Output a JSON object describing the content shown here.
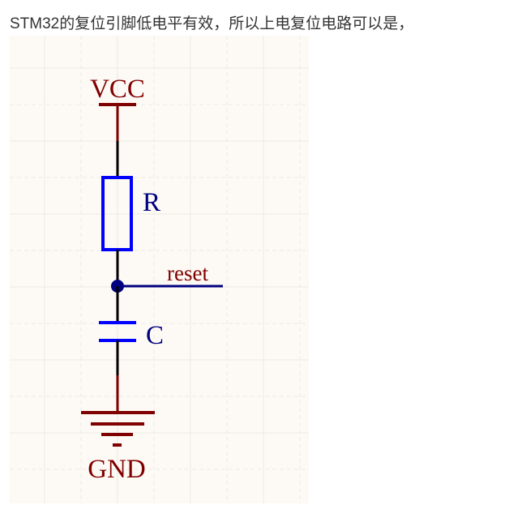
{
  "intro_text": "STM32的复位引脚低电平有效，所以上电复位电路可以是，",
  "schematic": {
    "title": "Power-on reset RC circuit",
    "labels": {
      "vcc": "VCC",
      "resistor": "R",
      "net": "reset",
      "capacitor": "C",
      "gnd": "GND"
    },
    "colors": {
      "background": "#fdfaf5",
      "grid": "#ece9e3",
      "power_symbol": "#7f0000",
      "component": "#0000ff",
      "component_label": "#000080",
      "net_label": "#800000",
      "net_wire": "#000080",
      "wire": "#000000"
    }
  }
}
